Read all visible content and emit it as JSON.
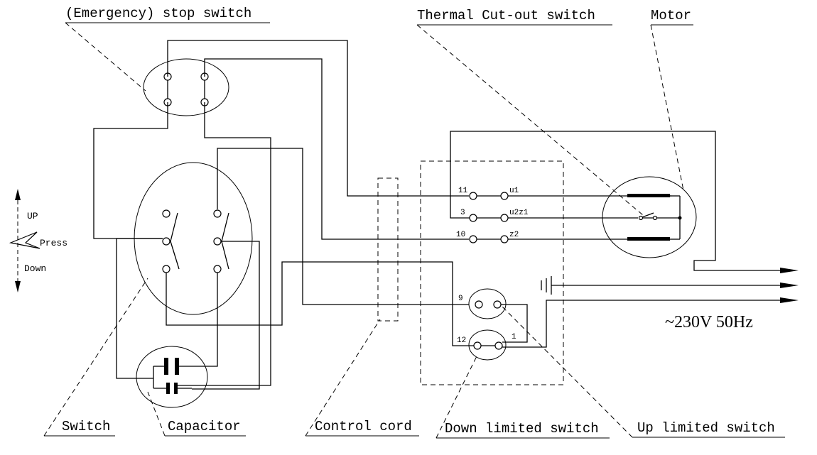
{
  "labels": {
    "emergency_stop": "(Emergency) stop switch",
    "thermal_cutout": "Thermal Cut-out switch",
    "motor": "Motor",
    "switch": "Switch",
    "capacitor": "Capacitor",
    "control_cord": "Control cord",
    "down_limited": "Down limited switch",
    "up_limited": "Up limited switch"
  },
  "press_indicator": {
    "up": "UP",
    "press": "Press",
    "down": "Down"
  },
  "supply": "~230V 50Hz",
  "terminals": {
    "t11": "11",
    "t3": "3",
    "t10": "10",
    "u1": "u1",
    "u2z1": "u2z1",
    "z2": "z2",
    "t9": "9",
    "t12": "12",
    "t1": "1"
  }
}
